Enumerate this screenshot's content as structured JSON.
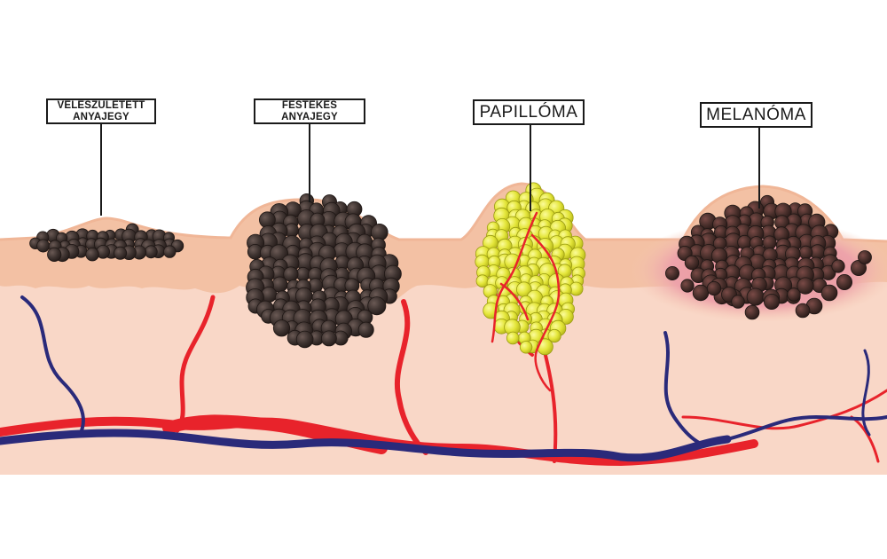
{
  "labels": {
    "congenital": {
      "line1": "VELESZÜLETETT",
      "line2": "ANYAJEGY"
    },
    "pigmented": {
      "line1": "FESTÉKES",
      "line2": "ANYAJEGY"
    },
    "papilloma": {
      "text": "PAPILLÓMA"
    },
    "melanoma": {
      "text": "MELANÓMA"
    }
  },
  "colors": {
    "skin_surface": "#f3c1a4",
    "skin_deep": "#f9d7c7",
    "epidermis_band": "#f5c9b2",
    "artery": "#e8232b",
    "vein": "#2a2a7a",
    "mole_cell": "#3f3431",
    "papilloma_cell": "#e6e840",
    "melanoma_halo": "#eda3aa"
  }
}
